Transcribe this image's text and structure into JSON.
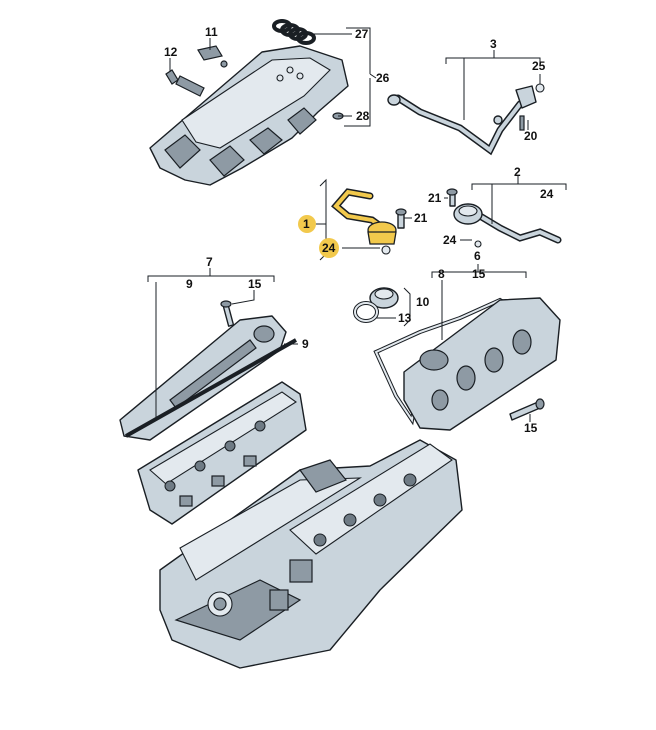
{
  "callouts": {
    "c1": "1",
    "c2": "2",
    "c3": "3",
    "c6": "6",
    "c7": "7",
    "c8": "8",
    "c9a": "9",
    "c9b": "9",
    "c10": "10",
    "c11": "11",
    "c12": "12",
    "c13": "13",
    "c15a": "15",
    "c15b": "15",
    "c15c": "15",
    "c20": "20",
    "c21a": "21",
    "c21b": "21",
    "c24a": "24",
    "c24b": "24",
    "c24c": "24",
    "c25": "25",
    "c26": "26",
    "c27": "27",
    "c28": "28"
  },
  "colors": {
    "highlight": "#f2c94c",
    "part_fill": "#c9d4dc",
    "outline": "#1a1f24"
  },
  "highlighted_parts": [
    "1",
    "24"
  ]
}
